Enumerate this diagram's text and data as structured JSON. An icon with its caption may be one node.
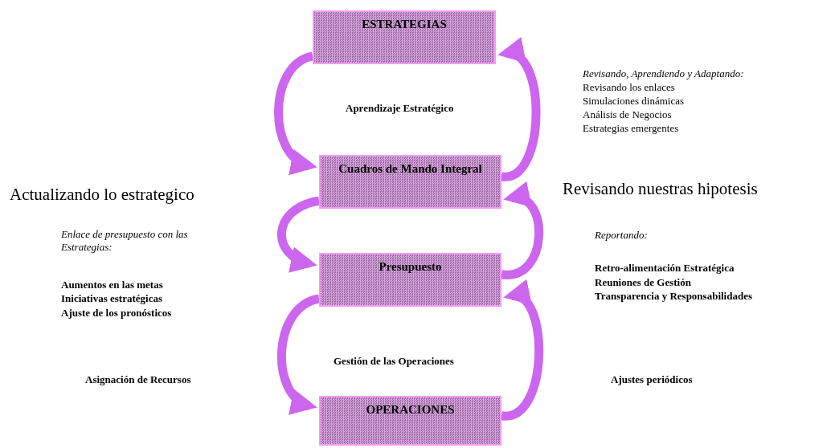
{
  "diagram": {
    "nodes": [
      {
        "text": [
          "ESTRATEGIAS"
        ]
      },
      {
        "text": [
          "Cuadros de Mando Integral"
        ]
      },
      {
        "text": [
          "Presupuesto"
        ]
      },
      {
        "text": [
          "OPERACIONES"
        ]
      }
    ],
    "edges": [
      {
        "from": 0,
        "to": 1,
        "arrow": "to"
      },
      {
        "from": 1,
        "to": 2,
        "arrow": "to"
      },
      {
        "from": 2,
        "to": 3,
        "arrow": "to"
      },
      {
        "from": 1,
        "to": 0,
        "arrow": "to"
      },
      {
        "from": 2,
        "to": 1,
        "arrow": "to"
      },
      {
        "from": 3,
        "to": 2,
        "arrow": "to"
      }
    ],
    "labels": [
      "Revisando, Aprendiendo y Adaptando:",
      "Revisando los enlaces",
      "Simulaciones dinámicas",
      "Análisis de Negocios",
      "Estrategias emergentes",
      "Aprendizaje Estratégico",
      "Actualizando lo estrategico",
      "Revisando nuestras hipotesis",
      "Enlace de presupuesto con las Estrategias:",
      "Reportando:",
      "Aumentos en las metas",
      "Iniciativas estratégicas",
      "Ajuste de los pronósticos",
      "Retro-alimentación Estratégica",
      "Reuniones de Gestión",
      "Transparencia y Responsabilidades",
      "Gestión de las Operaciones",
      "Asignación de Recursos",
      "Ajustes periódicos"
    ]
  }
}
